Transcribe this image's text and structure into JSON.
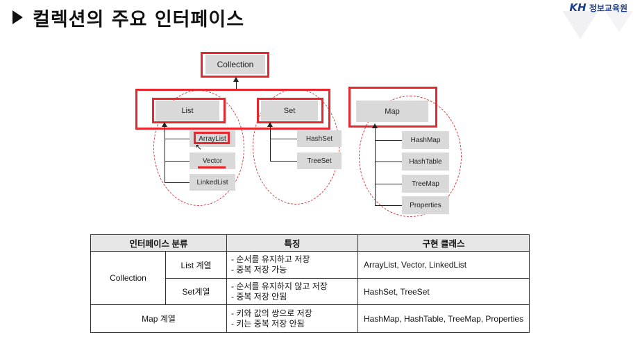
{
  "slide": {
    "title": "컬렉션의 주요 인터페이스",
    "logo_mark": "KH",
    "logo_text": "정보교육원"
  },
  "diagram": {
    "root": "Collection",
    "interfaces": [
      {
        "name": "List",
        "implementations": [
          "ArrayList",
          "Vector",
          "LinkedList"
        ]
      },
      {
        "name": "Set",
        "implementations": [
          "HashSet",
          "TreeSet"
        ]
      },
      {
        "name": "Map",
        "implementations": [
          "HashMap",
          "HashTable",
          "TreeMap",
          "Properties"
        ]
      }
    ]
  },
  "table": {
    "headers": [
      "인터페이스 분류",
      "특징",
      "구현 클래스"
    ],
    "group_label": "Collection",
    "rows": [
      {
        "sub": "List 계열",
        "features": [
          "- 순서를 유지하고 저장",
          "- 중복 저장 가능"
        ],
        "classes": "ArrayList, Vector, LinkedList"
      },
      {
        "sub": "Set계열",
        "features": [
          "- 순서를 유지하지 않고 저장",
          "- 중복 저장 안됨"
        ],
        "classes": "HashSet, TreeSet"
      },
      {
        "sub": "Map 계열",
        "features": [
          "- 키와 값의 쌍으로 저장",
          "- 키는 중복 저장 안됨"
        ],
        "classes": "HashMap, HashTable, TreeMap, Properties"
      }
    ]
  },
  "colors": {
    "highlight": "#e8262c",
    "node_fill": "#d9d9d9",
    "ellipse": "#d43a3a"
  }
}
